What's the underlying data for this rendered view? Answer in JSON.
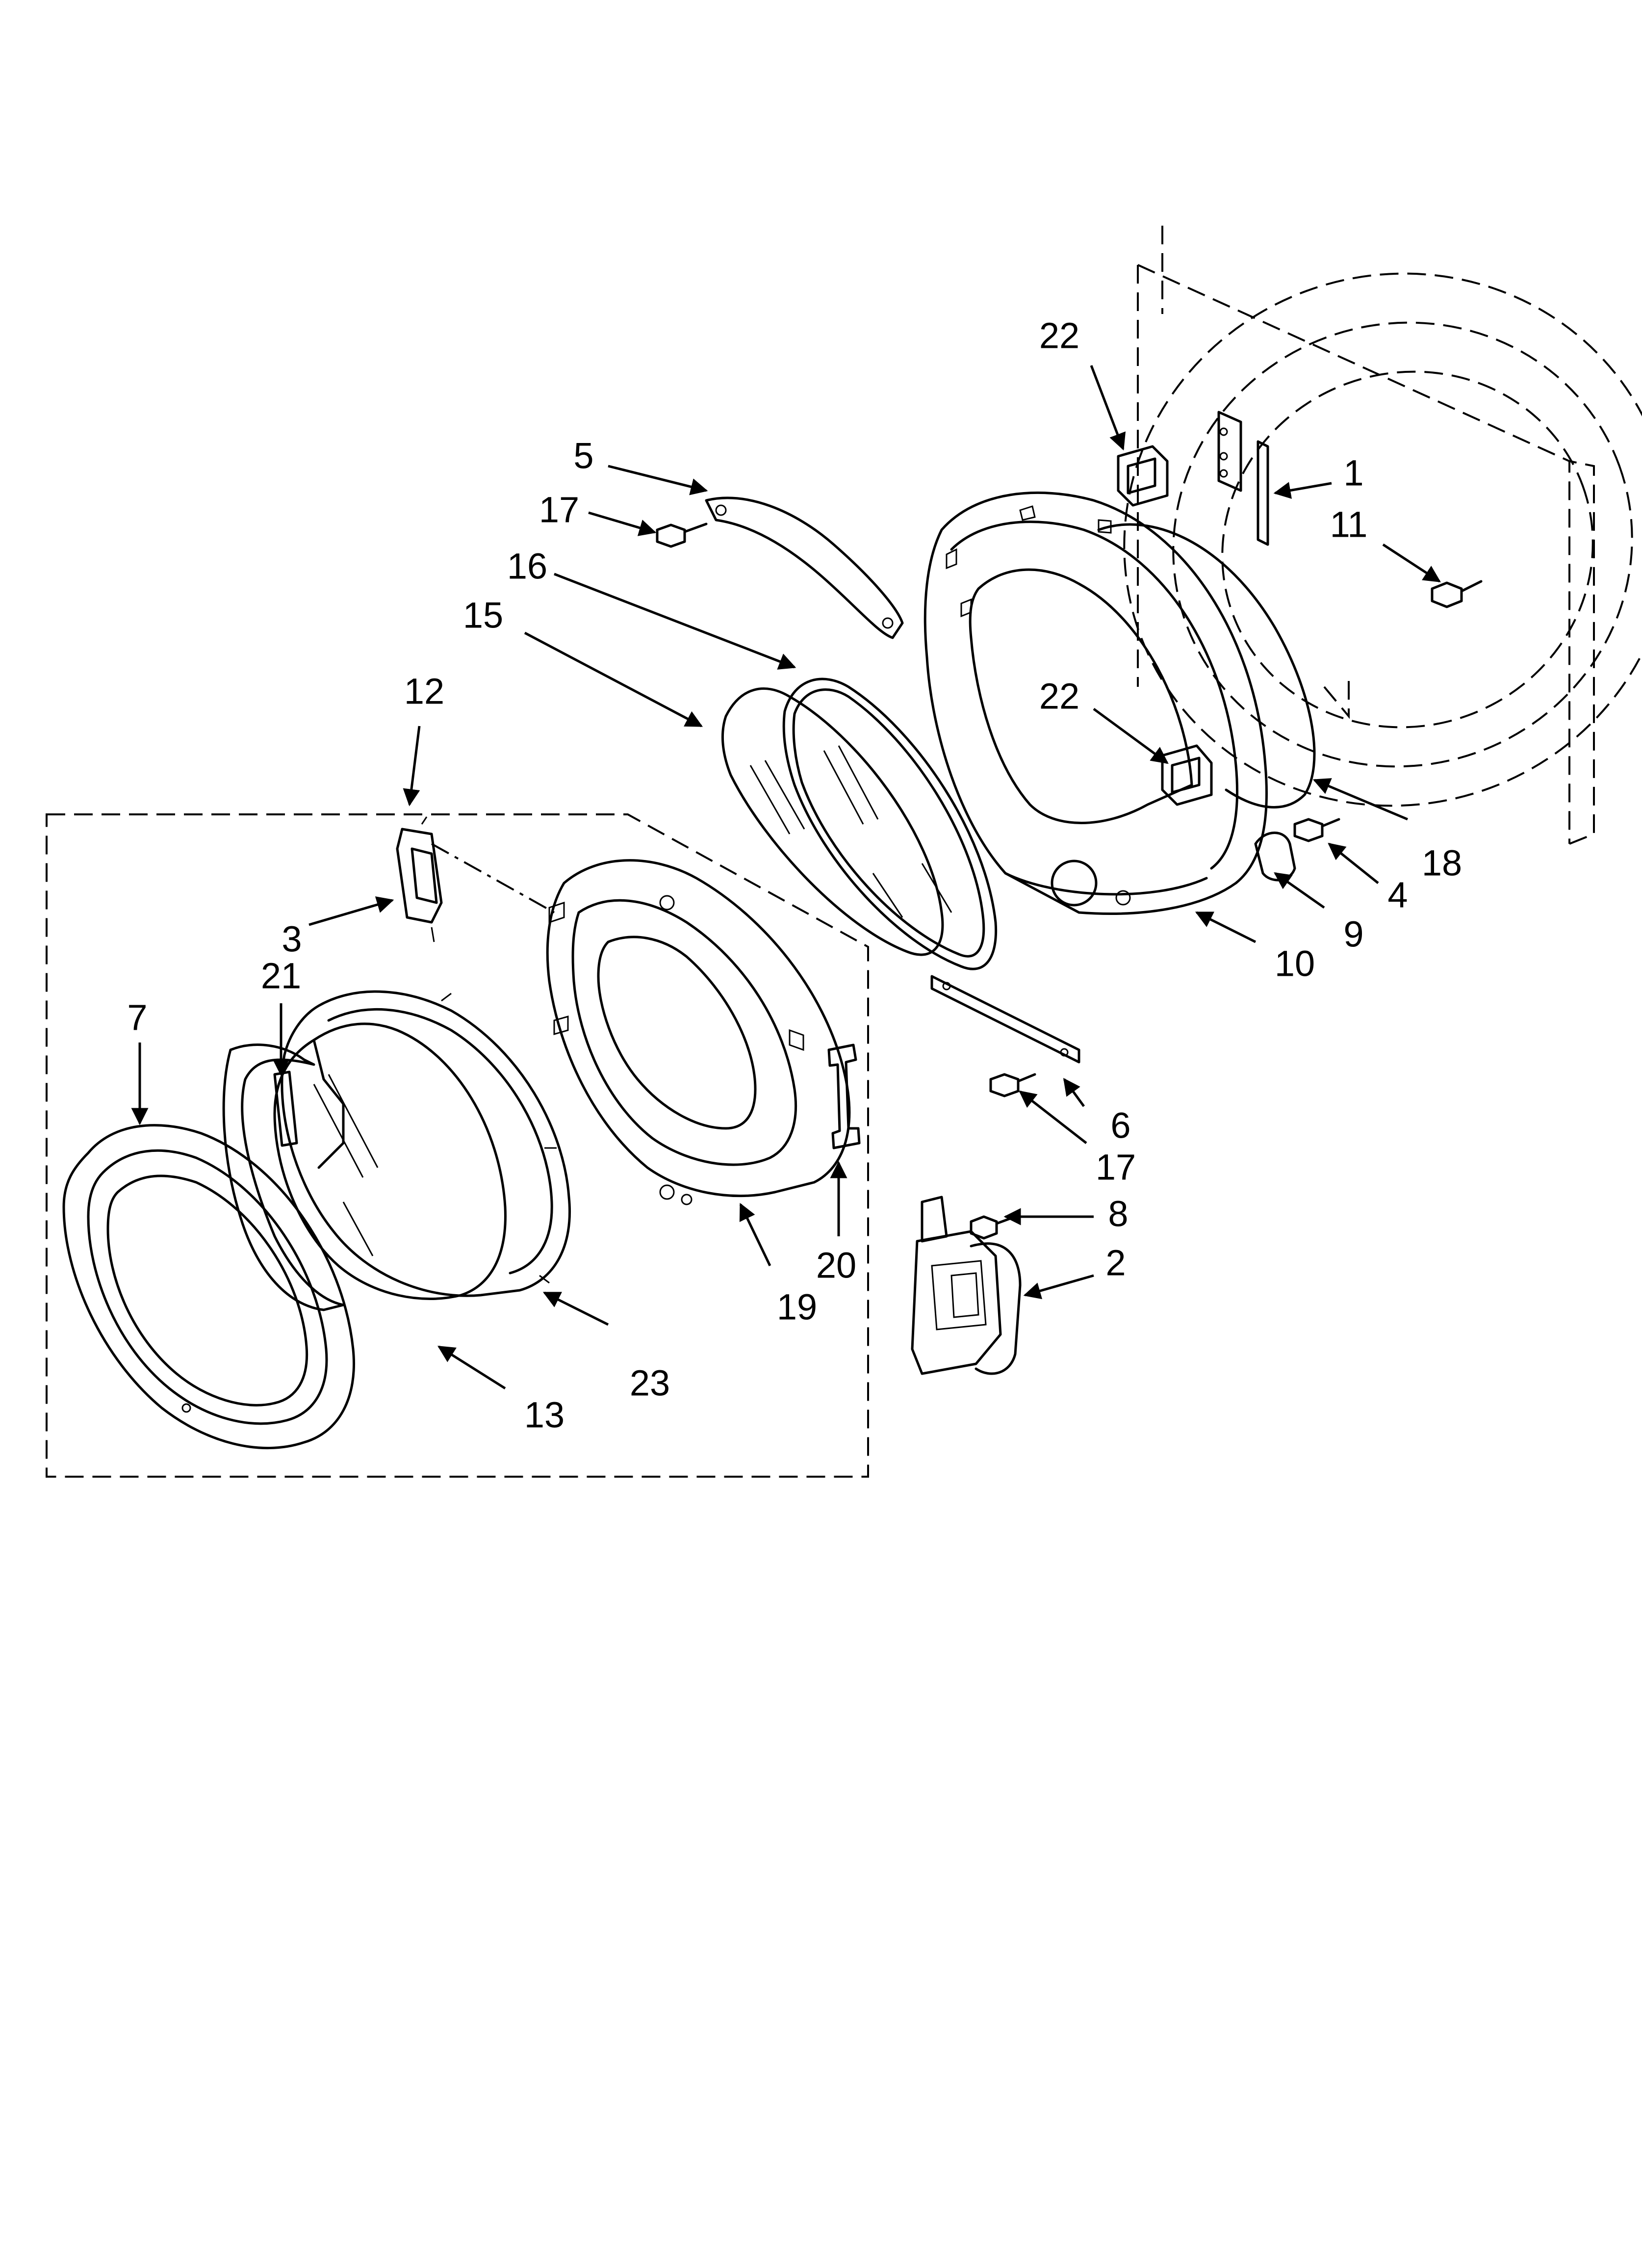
{
  "callouts": [
    {
      "id": "c1",
      "text": "1"
    },
    {
      "id": "c2",
      "text": "2"
    },
    {
      "id": "c3",
      "text": "3"
    },
    {
      "id": "c4",
      "text": "4"
    },
    {
      "id": "c5",
      "text": "5"
    },
    {
      "id": "c6",
      "text": "6"
    },
    {
      "id": "c7",
      "text": "7"
    },
    {
      "id": "c8",
      "text": "8"
    },
    {
      "id": "c9",
      "text": "9"
    },
    {
      "id": "c10",
      "text": "10"
    },
    {
      "id": "c11",
      "text": "11"
    },
    {
      "id": "c12",
      "text": "12"
    },
    {
      "id": "c13",
      "text": "13"
    },
    {
      "id": "c15",
      "text": "15"
    },
    {
      "id": "c16",
      "text": "16"
    },
    {
      "id": "c17a",
      "text": "17"
    },
    {
      "id": "c17b",
      "text": "17"
    },
    {
      "id": "c18",
      "text": "18"
    },
    {
      "id": "c19",
      "text": "19"
    },
    {
      "id": "c20",
      "text": "20"
    },
    {
      "id": "c21",
      "text": "21"
    },
    {
      "id": "c22a",
      "text": "22"
    },
    {
      "id": "c22b",
      "text": "22"
    },
    {
      "id": "c23",
      "text": "23"
    }
  ]
}
